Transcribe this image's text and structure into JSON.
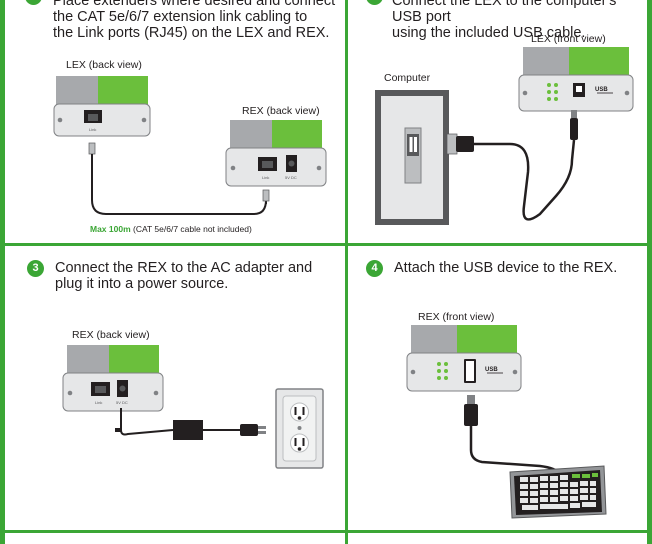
{
  "step1": {
    "number": "1",
    "instruction_lines": [
      "Place extenders where desired and connect",
      "the CAT 5e/6/7 extension link cabling to",
      "the Link ports (RJ45) on the LEX and REX."
    ],
    "lex_label": "LEX (back view)",
    "rex_label": "REX (back view)",
    "cable_note_bold": "Max 100m",
    "cable_note": "(CAT 5e/6/7 cable not included)"
  },
  "step2": {
    "number": "2",
    "instruction_lines": [
      "Connect the LEX to the computer's USB port",
      "using the included USB cable."
    ],
    "lex_label": "LEX (front view)",
    "computer_label": "Computer"
  },
  "step3": {
    "number": "3",
    "instruction_lines": [
      "Connect the REX to the AC adapter and",
      "plug it into a power source."
    ],
    "rex_label": "REX (back view)"
  },
  "step4": {
    "number": "4",
    "instruction_lines": [
      "Attach the USB device to the REX."
    ],
    "rex_label": "REX (front view)"
  },
  "device_port_labels": {
    "link": "Link",
    "dc": "5V DC"
  },
  "colors": {
    "accent_green": "#3ba635",
    "device_grey": "#9d9fa2",
    "text": "#231f20"
  }
}
